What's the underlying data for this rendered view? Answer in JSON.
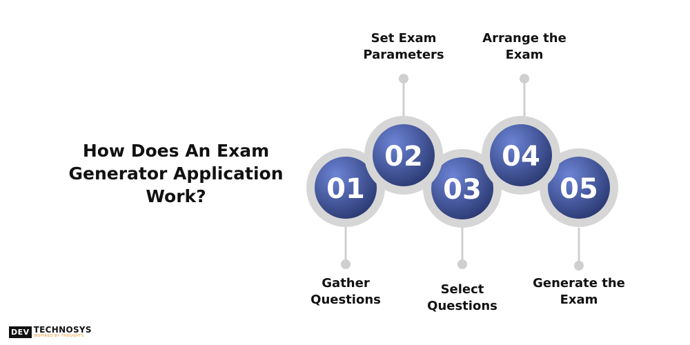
{
  "title": {
    "line1": "How Does An Exam",
    "line2": "Generator Application",
    "line3": "Work?"
  },
  "steps": [
    {
      "number": "01",
      "label_line1": "Gather",
      "label_line2": "Questions"
    },
    {
      "number": "02",
      "label_line1": "Set Exam",
      "label_line2": "Parameters"
    },
    {
      "number": "03",
      "label_line1": "Select",
      "label_line2": "Questions"
    },
    {
      "number": "04",
      "label_line1": "Arrange the",
      "label_line2": "Exam"
    },
    {
      "number": "05",
      "label_line1": "Generate the",
      "label_line2": "Exam"
    }
  ],
  "logo": {
    "brand_left": "DEV",
    "brand_right": "TECHNOSYS",
    "tagline": "INSPIRED BY THOUGHTS"
  },
  "colors": {
    "ring": "#d6d6d6",
    "circle_dark": "#2b3a73",
    "circle_light": "#6d84d6",
    "connector": "#cfcfcf",
    "logo_accent": "#f08a1c"
  }
}
